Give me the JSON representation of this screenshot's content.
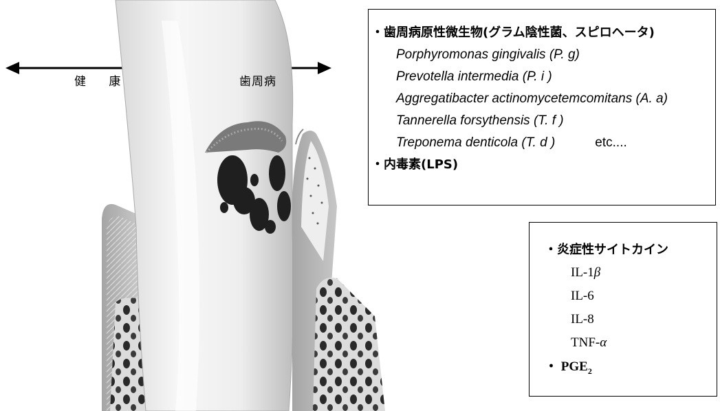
{
  "axis": {
    "healthy_label": "健 康",
    "disease_label": "歯周病"
  },
  "microbes_box": {
    "heading": "・歯周病原性微生物(グラム陰性菌、スピロヘータ)",
    "species": [
      "Porphyromonas gingivalis (P. g)",
      "Prevotella intermedia (P. i )",
      "Aggregatibacter actinomycetemcomitans (A. a)",
      "Tannerella forsythensis (T. f )",
      "Treponema denticola (T. d )"
    ],
    "etc": "etc....",
    "toxin": "・内毒素(LPS)"
  },
  "cytokines_box": {
    "heading": "・炎症性サイトカイン",
    "items": [
      {
        "base": "IL-1",
        "greek": "β"
      },
      {
        "base": "IL-6",
        "greek": ""
      },
      {
        "base": "IL-8",
        "greek": ""
      },
      {
        "base": "TNF-",
        "greek": "α"
      }
    ],
    "pge_prefix": "・ PGE",
    "pge_sub": "2"
  }
}
